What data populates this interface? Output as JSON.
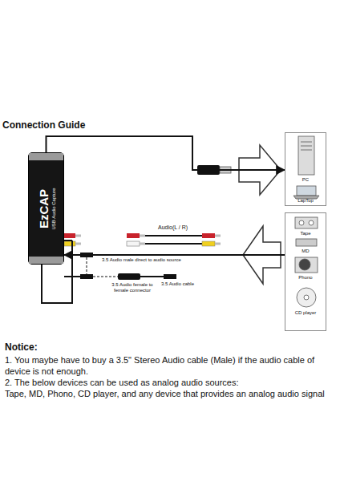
{
  "diagram": {
    "title": "Connection Guide",
    "nodes": [
      {
        "text": [
          "EzCAP",
          "USB Audio Capture"
        ]
      },
      {
        "text": [
          "PC",
          "LapTop"
        ]
      },
      {
        "text": [
          "Tape",
          "MD",
          "Phono",
          "CD player"
        ]
      },
      {
        "text": [
          "3.5 Audio female to female connector"
        ]
      }
    ],
    "edges": [
      {
        "from": 0,
        "to": 1,
        "arrow": "to"
      },
      {
        "from": 2,
        "to": 0,
        "arrow": "to"
      }
    ],
    "labels": [
      "Audio(L / R)",
      "3.5 Audio male direct to audio source",
      "3.5 Audio cable",
      "Notice:",
      "1. You maybe have to buy a 3.5\" Stereo Audio cable (Male) if the audio cable of device is not enough.",
      "2. The below devices can be used as analog audio sources:",
      "Tape, MD, Phono, CD player, and any device that provides an analog audio signal"
    ]
  }
}
